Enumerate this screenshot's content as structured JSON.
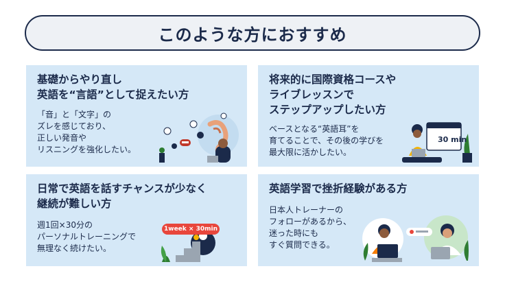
{
  "header": {
    "title": "このような方におすすめ"
  },
  "cards": [
    {
      "heading": [
        "基礎からやり直し",
        "英語を“言語”として捉えたい方"
      ],
      "body": [
        "「音」と「文字」の",
        "ズレを感じており、",
        "正しい発音や",
        "リスニングを強化したい。"
      ]
    },
    {
      "heading": [
        "将来的に国際資格コースや",
        "ライブレッスンで",
        "ステップアップしたい方"
      ],
      "body": [
        "ベースとなる“英語耳”を",
        "育てることで、その後の学びを",
        "最大限に活かしたい。"
      ],
      "calendar_label": "30 min"
    },
    {
      "heading": [
        "日常で英語を話すチャンスが少なく",
        "継続が難しい方"
      ],
      "body": [
        "週1回×30分の",
        "パーソナルトレーニングで",
        "無理なく続けたい。"
      ],
      "badge": "1week × 30min"
    },
    {
      "heading": [
        "英語学習で挫折経験がある方"
      ],
      "body": [
        "日本人トレーナーの",
        "フォローがあるから、",
        "迷った時にも",
        "すぐ質問できる。"
      ]
    }
  ],
  "colors": {
    "navy": "#1b2a4a",
    "card_bg": "#d5e8f7",
    "pill_bg": "#eef1f5",
    "accent": "#e8463c"
  }
}
